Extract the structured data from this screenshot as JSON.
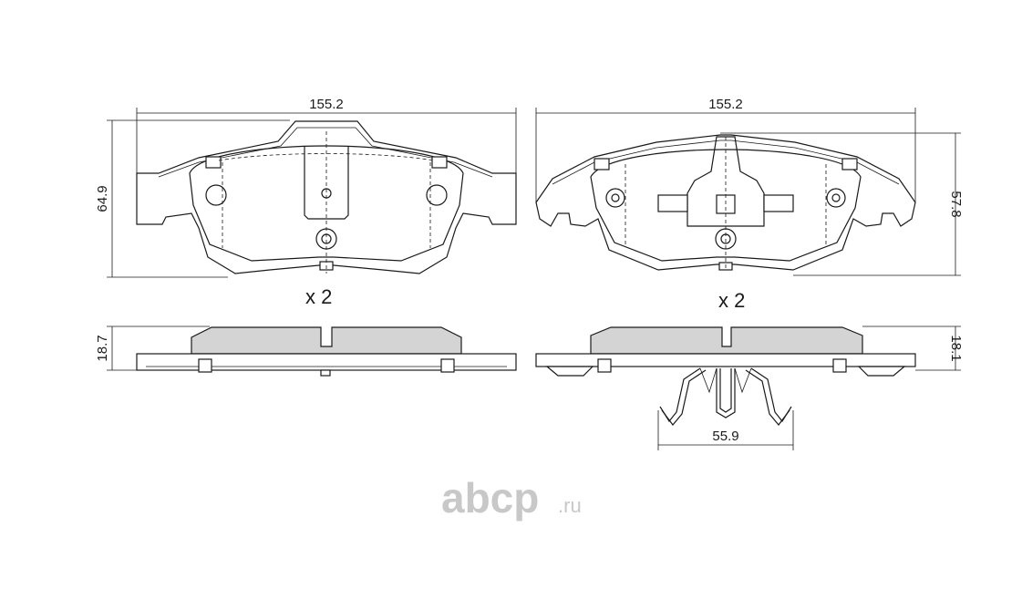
{
  "diagram": {
    "left_pad": {
      "width_dim": "155.2",
      "height_dim": "64.9",
      "thickness_dim": "18.7",
      "multiplier": "x 2"
    },
    "right_pad": {
      "width_dim": "155.2",
      "height_dim": "57.8",
      "thickness_dim": "18.1",
      "multiplier": "x 2",
      "clip_width_dim": "55.9"
    }
  },
  "watermark": {
    "brand": "abcp",
    "suffix": ".ru"
  },
  "colors": {
    "line": "#1a1a1a",
    "friction_fill": "#d4d4d4",
    "watermark": "#c8c8c8"
  }
}
